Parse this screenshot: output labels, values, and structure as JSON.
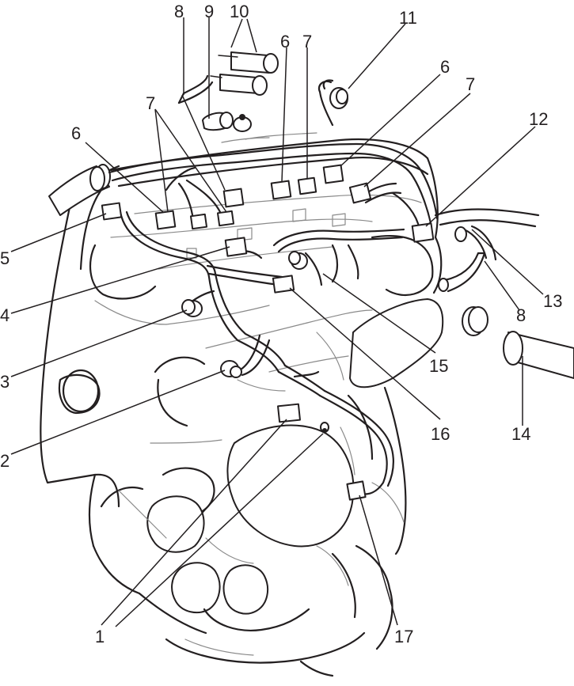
{
  "figure": {
    "callouts": [
      {
        "id": "c8a",
        "text": "8"
      },
      {
        "id": "c9",
        "text": "9"
      },
      {
        "id": "c10",
        "text": "10"
      },
      {
        "id": "c11",
        "text": "11"
      },
      {
        "id": "c6a",
        "text": "6"
      },
      {
        "id": "c7a",
        "text": "7"
      },
      {
        "id": "c6b",
        "text": "6"
      },
      {
        "id": "c7b",
        "text": "7"
      },
      {
        "id": "c7c",
        "text": "7"
      },
      {
        "id": "c12",
        "text": "12"
      },
      {
        "id": "c6c",
        "text": "6"
      },
      {
        "id": "c5",
        "text": "5"
      },
      {
        "id": "c4",
        "text": "4"
      },
      {
        "id": "c3",
        "text": "3"
      },
      {
        "id": "c2",
        "text": "2"
      },
      {
        "id": "c13",
        "text": "13"
      },
      {
        "id": "c8b",
        "text": "8"
      },
      {
        "id": "c14",
        "text": "14"
      },
      {
        "id": "c15",
        "text": "15"
      },
      {
        "id": "c16",
        "text": "16"
      },
      {
        "id": "c17",
        "text": "17"
      },
      {
        "id": "c1",
        "text": "1"
      }
    ]
  }
}
